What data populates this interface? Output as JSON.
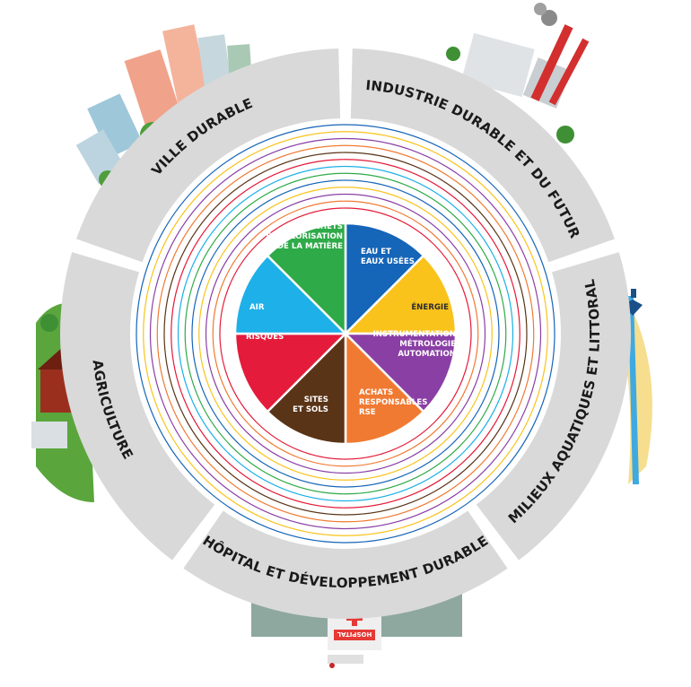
{
  "outer_ring": {
    "segments": [
      {
        "id": "ville",
        "label": "VILLE DURABLE"
      },
      {
        "id": "industrie",
        "label": "INDUSTRIE DURABLE ET DU FUTUR"
      },
      {
        "id": "milieux",
        "label": "MILIEUX AQUATIQUES ET LITTORAL"
      },
      {
        "id": "hopital",
        "label": "HÔPITAL ET DÉVELOPPEMENT DURABLE"
      },
      {
        "id": "agriculture",
        "label": "AGRICULTURE"
      }
    ],
    "color": "#d9d9d9"
  },
  "center_pie": {
    "slices": [
      {
        "id": "eau",
        "lines": [
          "EAU ET",
          "EAUX USÉES"
        ],
        "color": "#1565b8",
        "value": 1
      },
      {
        "id": "energie",
        "lines": [
          "ÉNERGIE"
        ],
        "color": "#f9c31c",
        "value": 1
      },
      {
        "id": "instrumentation",
        "lines": [
          "INSTRUMENTATION",
          "MÉTROLOGIE",
          "AUTOMATION"
        ],
        "color": "#8a3fa5",
        "value": 1
      },
      {
        "id": "achats",
        "lines": [
          "ACHATS",
          "RESPONSABLES",
          "RSE"
        ],
        "color": "#f07a32",
        "value": 1
      },
      {
        "id": "sites",
        "lines": [
          "SITES",
          "ET SOLS"
        ],
        "color": "#5a3417",
        "value": 1
      },
      {
        "id": "risques",
        "lines": [
          "RISQUES"
        ],
        "color": "#e41b3a",
        "value": 1
      },
      {
        "id": "air",
        "lines": [
          "AIR"
        ],
        "color": "#1eb0e8",
        "value": 1
      },
      {
        "id": "dechets",
        "lines": [
          "DÉCHETS",
          "ET VALORISATION",
          "DE LA MATIÈRE"
        ],
        "color": "#2eaa48",
        "value": 1
      }
    ]
  },
  "concentric_ring_colors": [
    "#1565b8",
    "#f9c31c",
    "#8a3fa5",
    "#f07a32",
    "#5a3417",
    "#e41b3a",
    "#1eb0e8",
    "#2eaa48",
    "#1565b8",
    "#f9c31c",
    "#8a3fa5",
    "#f07a32",
    "#e41b3a"
  ],
  "illustrations": {
    "hospital_sign": "HOSPITAL",
    "icons": [
      "city-buildings-icon",
      "factory-icon",
      "farm-icon",
      "lighthouse-icon",
      "hospital-icon"
    ]
  }
}
